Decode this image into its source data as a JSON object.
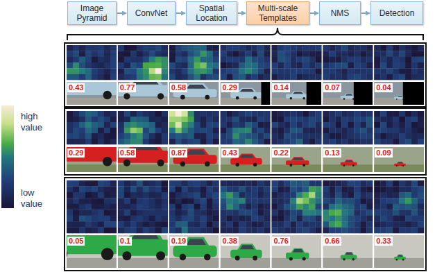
{
  "diagram": {
    "nodes": [
      {
        "text": [
          "Image Pyramid"
        ]
      },
      {
        "text": [
          "ConvNet"
        ]
      },
      {
        "text": [
          "Spatial Location"
        ]
      },
      {
        "text": [
          "Multi-scale Templates"
        ]
      },
      {
        "text": [
          "NMS"
        ]
      },
      {
        "text": [
          "Detection"
        ]
      }
    ],
    "edges": [
      {
        "from": 0,
        "to": 1,
        "arrow": "to"
      },
      {
        "from": 1,
        "to": 2,
        "arrow": "to"
      },
      {
        "from": 2,
        "to": 3,
        "arrow": "to"
      },
      {
        "from": 3,
        "to": 4,
        "arrow": "to"
      },
      {
        "from": 4,
        "to": 5,
        "arrow": "to"
      }
    ],
    "labels": [
      "0.43",
      "0.77",
      "0.58",
      "0.29",
      "0.14",
      "0.07",
      "0.04",
      "0.29",
      "0.58",
      "0.87",
      "0.43",
      "0.22",
      "0.13",
      "0.09",
      "0.05",
      "0.1",
      "0.19",
      "0.38",
      "0.76",
      "0.66",
      "0.33"
    ],
    "legend": [
      {
        "text": "high value",
        "color": "#f6ecd8"
      },
      {
        "text": "low value",
        "color": "#1b1538"
      }
    ]
  }
}
